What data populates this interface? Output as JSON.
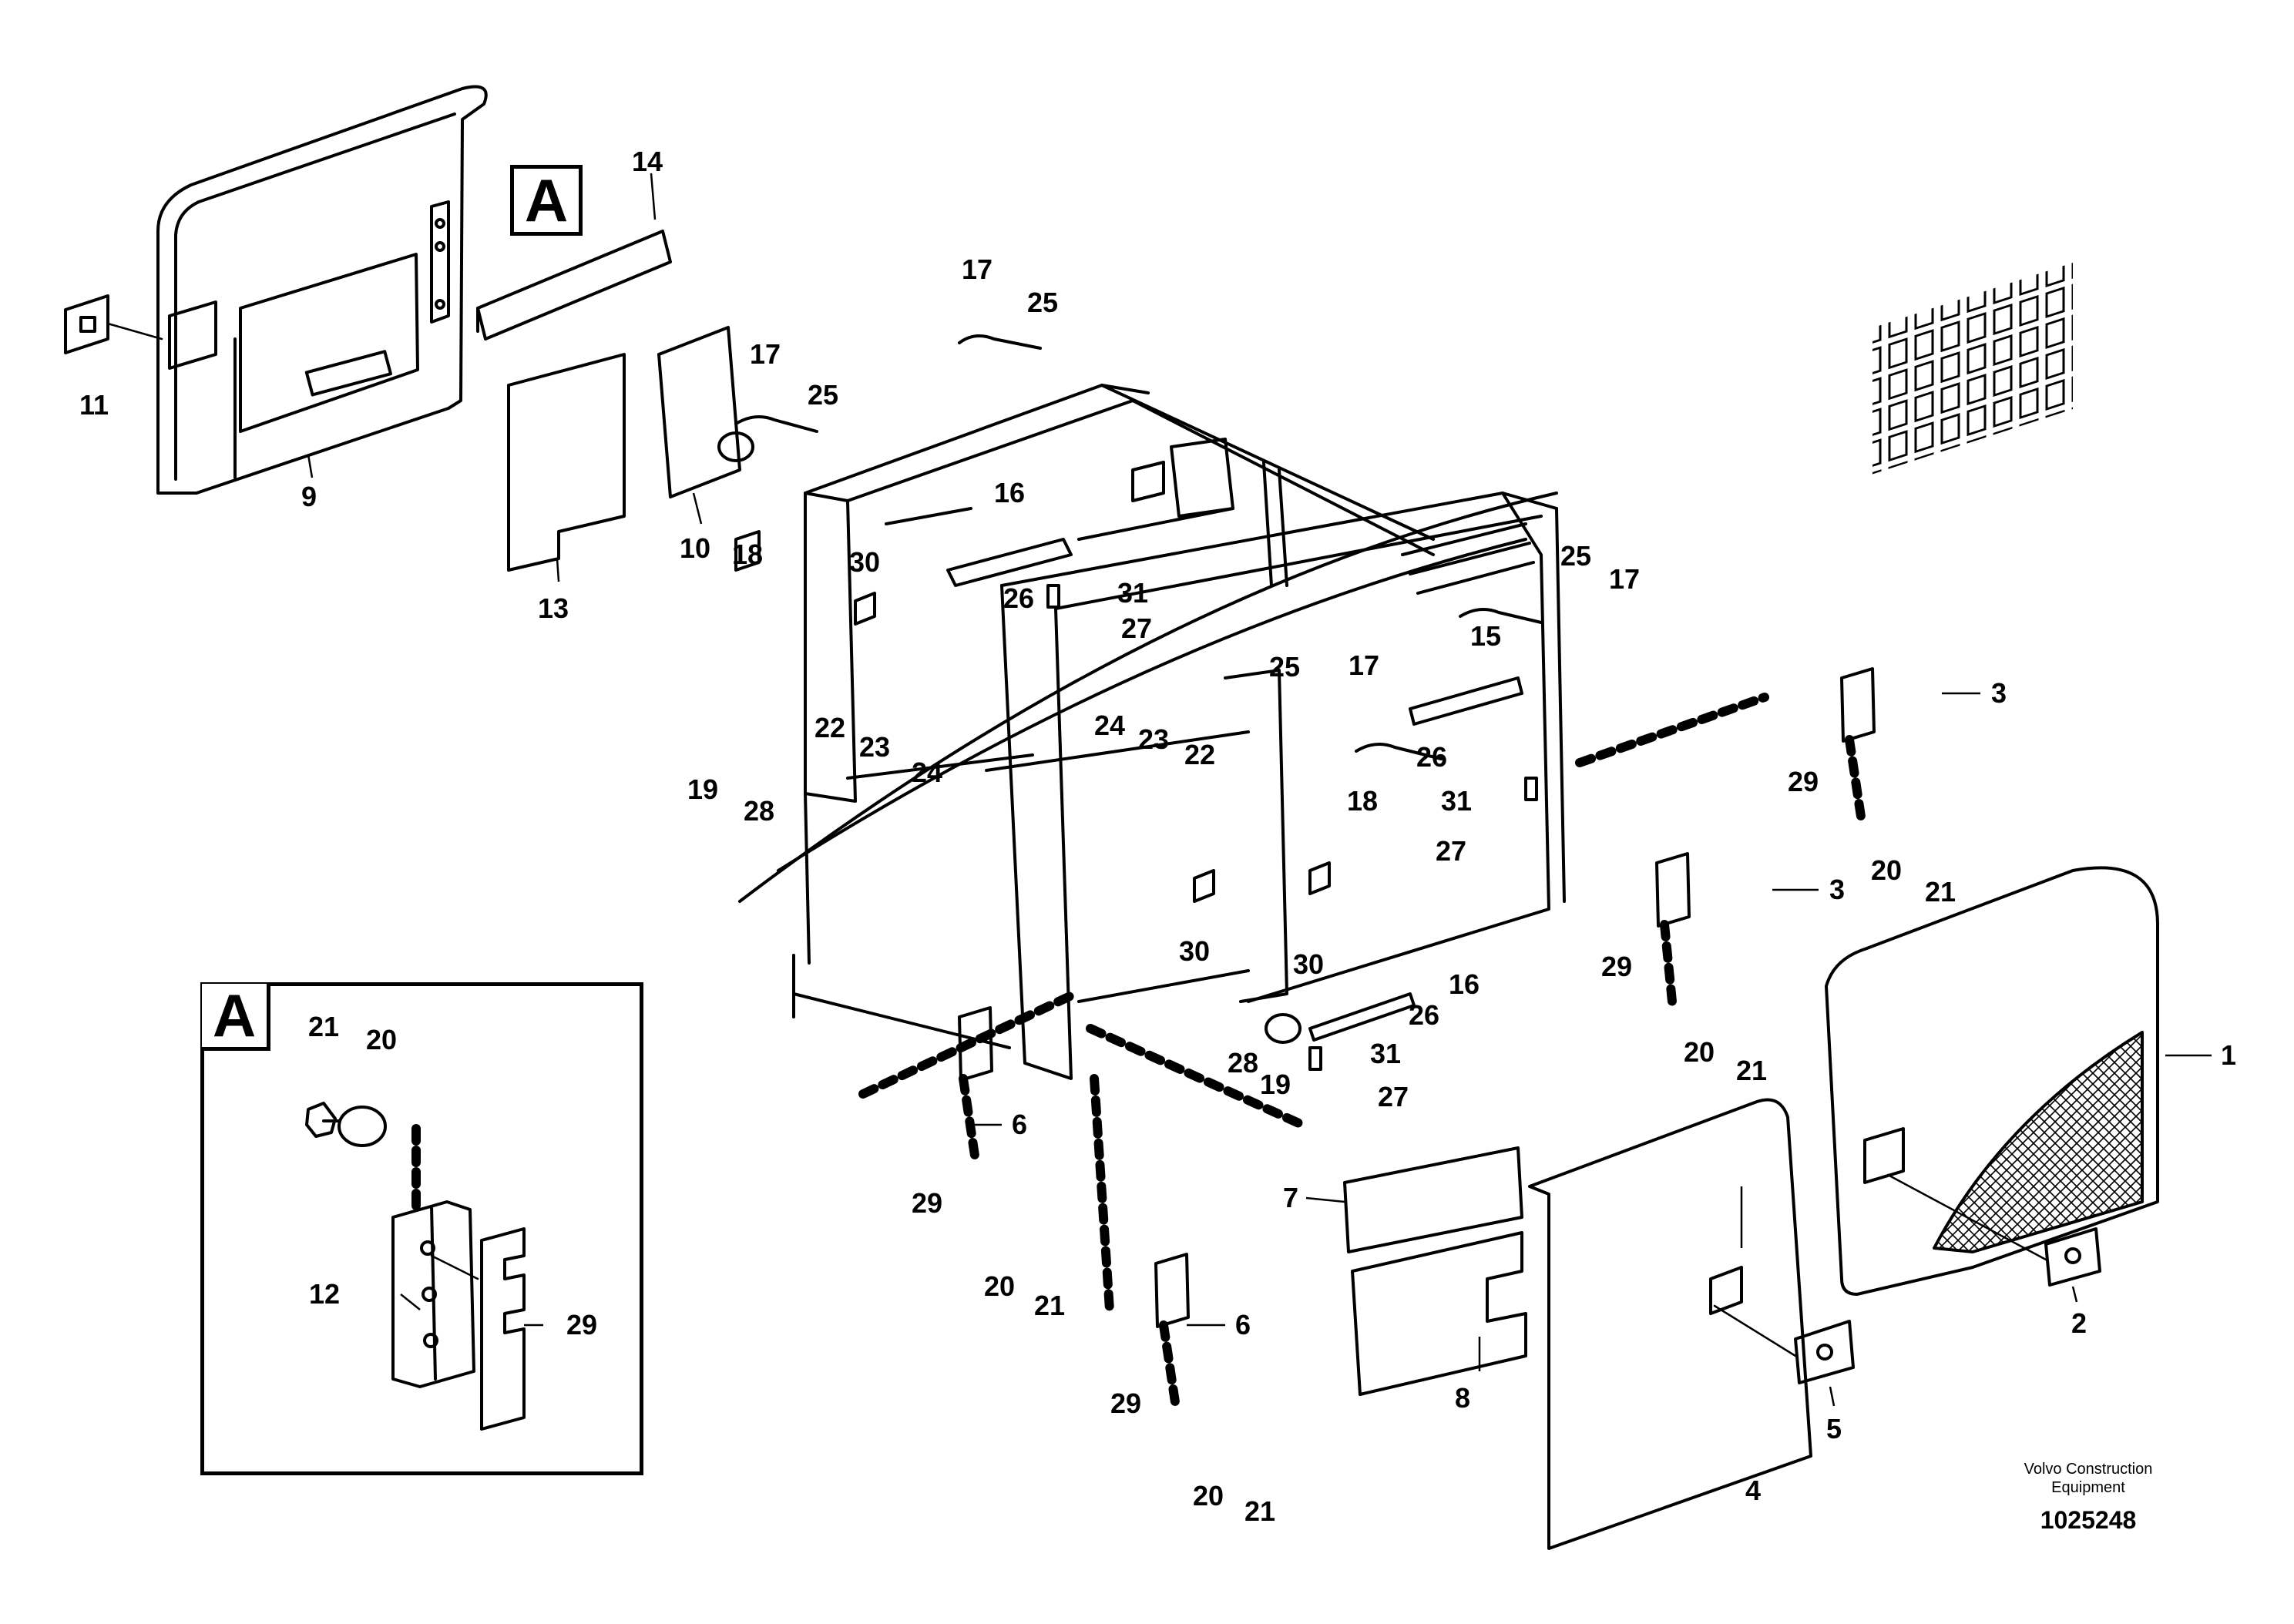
{
  "callout": {
    "detail_letter": "A"
  },
  "labels": [
    {
      "id": "l1",
      "text": "1"
    },
    {
      "id": "l2",
      "text": "2"
    },
    {
      "id": "l3a",
      "text": "3"
    },
    {
      "id": "l3b",
      "text": "3"
    },
    {
      "id": "l4",
      "text": "4"
    },
    {
      "id": "l5",
      "text": "5"
    },
    {
      "id": "l6a",
      "text": "6"
    },
    {
      "id": "l6b",
      "text": "6"
    },
    {
      "id": "l7",
      "text": "7"
    },
    {
      "id": "l8",
      "text": "8"
    },
    {
      "id": "l9",
      "text": "9"
    },
    {
      "id": "l10",
      "text": "10"
    },
    {
      "id": "l11",
      "text": "11"
    },
    {
      "id": "l12",
      "text": "12"
    },
    {
      "id": "l13",
      "text": "13"
    },
    {
      "id": "l14",
      "text": "14"
    },
    {
      "id": "l15",
      "text": "15"
    },
    {
      "id": "l16a",
      "text": "16"
    },
    {
      "id": "l16b",
      "text": "16"
    },
    {
      "id": "l17a",
      "text": "17"
    },
    {
      "id": "l17b",
      "text": "17"
    },
    {
      "id": "l17c",
      "text": "17"
    },
    {
      "id": "l17d",
      "text": "17"
    },
    {
      "id": "l18a",
      "text": "18"
    },
    {
      "id": "l18b",
      "text": "18"
    },
    {
      "id": "l19a",
      "text": "19"
    },
    {
      "id": "l19b",
      "text": "19"
    },
    {
      "id": "l20a",
      "text": "20"
    },
    {
      "id": "l20b",
      "text": "20"
    },
    {
      "id": "l20c",
      "text": "20"
    },
    {
      "id": "l20d",
      "text": "20"
    },
    {
      "id": "l20e",
      "text": "20"
    },
    {
      "id": "l21a",
      "text": "21"
    },
    {
      "id": "l21b",
      "text": "21"
    },
    {
      "id": "l21c",
      "text": "21"
    },
    {
      "id": "l21d",
      "text": "21"
    },
    {
      "id": "l21e",
      "text": "21"
    },
    {
      "id": "l22a",
      "text": "22"
    },
    {
      "id": "l22b",
      "text": "22"
    },
    {
      "id": "l23a",
      "text": "23"
    },
    {
      "id": "l23b",
      "text": "23"
    },
    {
      "id": "l24a",
      "text": "24"
    },
    {
      "id": "l24b",
      "text": "24"
    },
    {
      "id": "l25a",
      "text": "25"
    },
    {
      "id": "l25b",
      "text": "25"
    },
    {
      "id": "l25c",
      "text": "25"
    },
    {
      "id": "l25d",
      "text": "25"
    },
    {
      "id": "l26a",
      "text": "26"
    },
    {
      "id": "l26b",
      "text": "26"
    },
    {
      "id": "l26c",
      "text": "26"
    },
    {
      "id": "l27a",
      "text": "27"
    },
    {
      "id": "l27b",
      "text": "27"
    },
    {
      "id": "l27c",
      "text": "27"
    },
    {
      "id": "l28a",
      "text": "28"
    },
    {
      "id": "l28b",
      "text": "28"
    },
    {
      "id": "l29a",
      "text": "29"
    },
    {
      "id": "l29b",
      "text": "29"
    },
    {
      "id": "l29c",
      "text": "29"
    },
    {
      "id": "l29d",
      "text": "29"
    },
    {
      "id": "l29e",
      "text": "29"
    },
    {
      "id": "l30a",
      "text": "30"
    },
    {
      "id": "l30b",
      "text": "30"
    },
    {
      "id": "l30c",
      "text": "30"
    },
    {
      "id": "l31a",
      "text": "31"
    },
    {
      "id": "l31b",
      "text": "31"
    },
    {
      "id": "l31c",
      "text": "31"
    }
  ],
  "credit": {
    "line1": "Volvo Construction",
    "line2": "Equipment",
    "drawing_number": "1025248"
  }
}
